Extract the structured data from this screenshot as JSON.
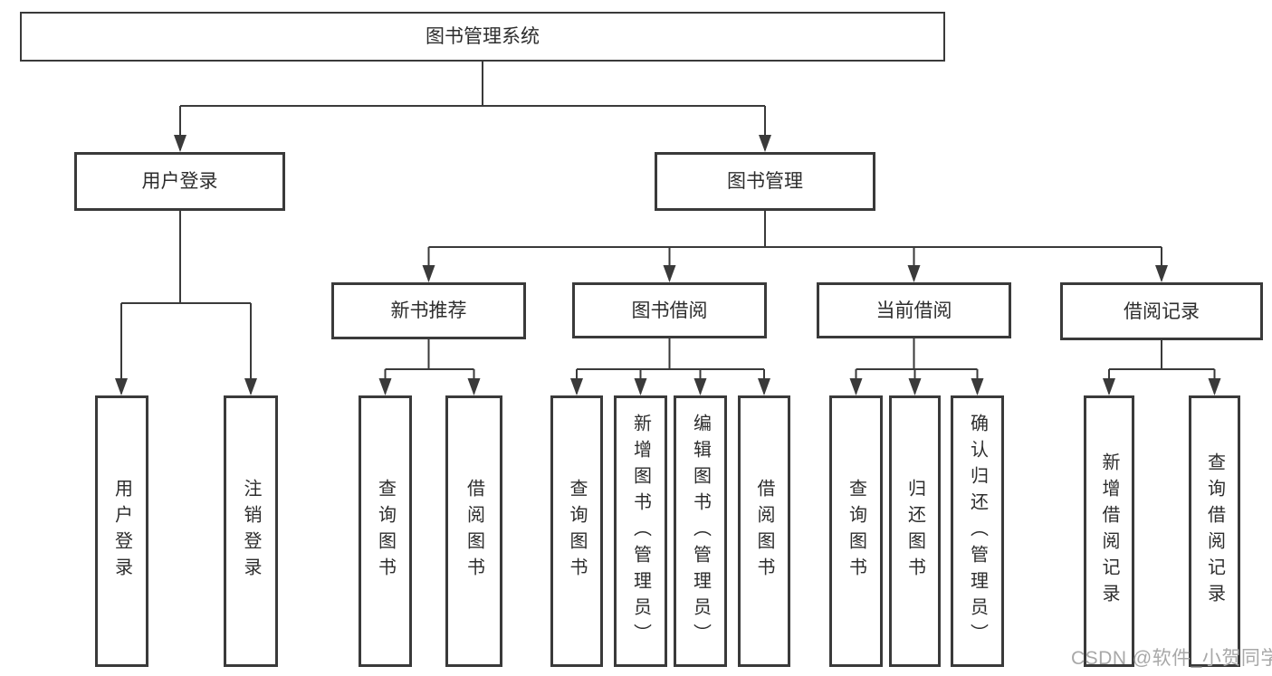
{
  "tree": {
    "root": {
      "label": "图书管理系统",
      "children": [
        {
          "label": "用户登录",
          "children": [
            {
              "label": "用户登录"
            },
            {
              "label": "注销登录"
            }
          ]
        },
        {
          "label": "图书管理",
          "children": [
            {
              "label": "新书推荐",
              "children": [
                {
                  "label": "查询图书"
                },
                {
                  "label": "借阅图书"
                }
              ]
            },
            {
              "label": "图书借阅",
              "children": [
                {
                  "label": "查询图书"
                },
                {
                  "label": "新增图书（管理员）"
                },
                {
                  "label": "编辑图书（管理员）"
                },
                {
                  "label": "借阅图书"
                }
              ]
            },
            {
              "label": "当前借阅",
              "children": [
                {
                  "label": "查询图书"
                },
                {
                  "label": "归还图书"
                },
                {
                  "label": "确认归还（管理员）"
                }
              ]
            },
            {
              "label": "借阅记录",
              "children": [
                {
                  "label": "新增借阅记录"
                },
                {
                  "label": "查询借阅记录"
                }
              ]
            }
          ]
        }
      ]
    }
  },
  "watermark": "CSDN @软件_小贺同学",
  "colors": {
    "line": "#3a3a3a",
    "text": "#2d2d2d",
    "box_background": "#ffffff",
    "watermark": "#a8a8a8"
  }
}
